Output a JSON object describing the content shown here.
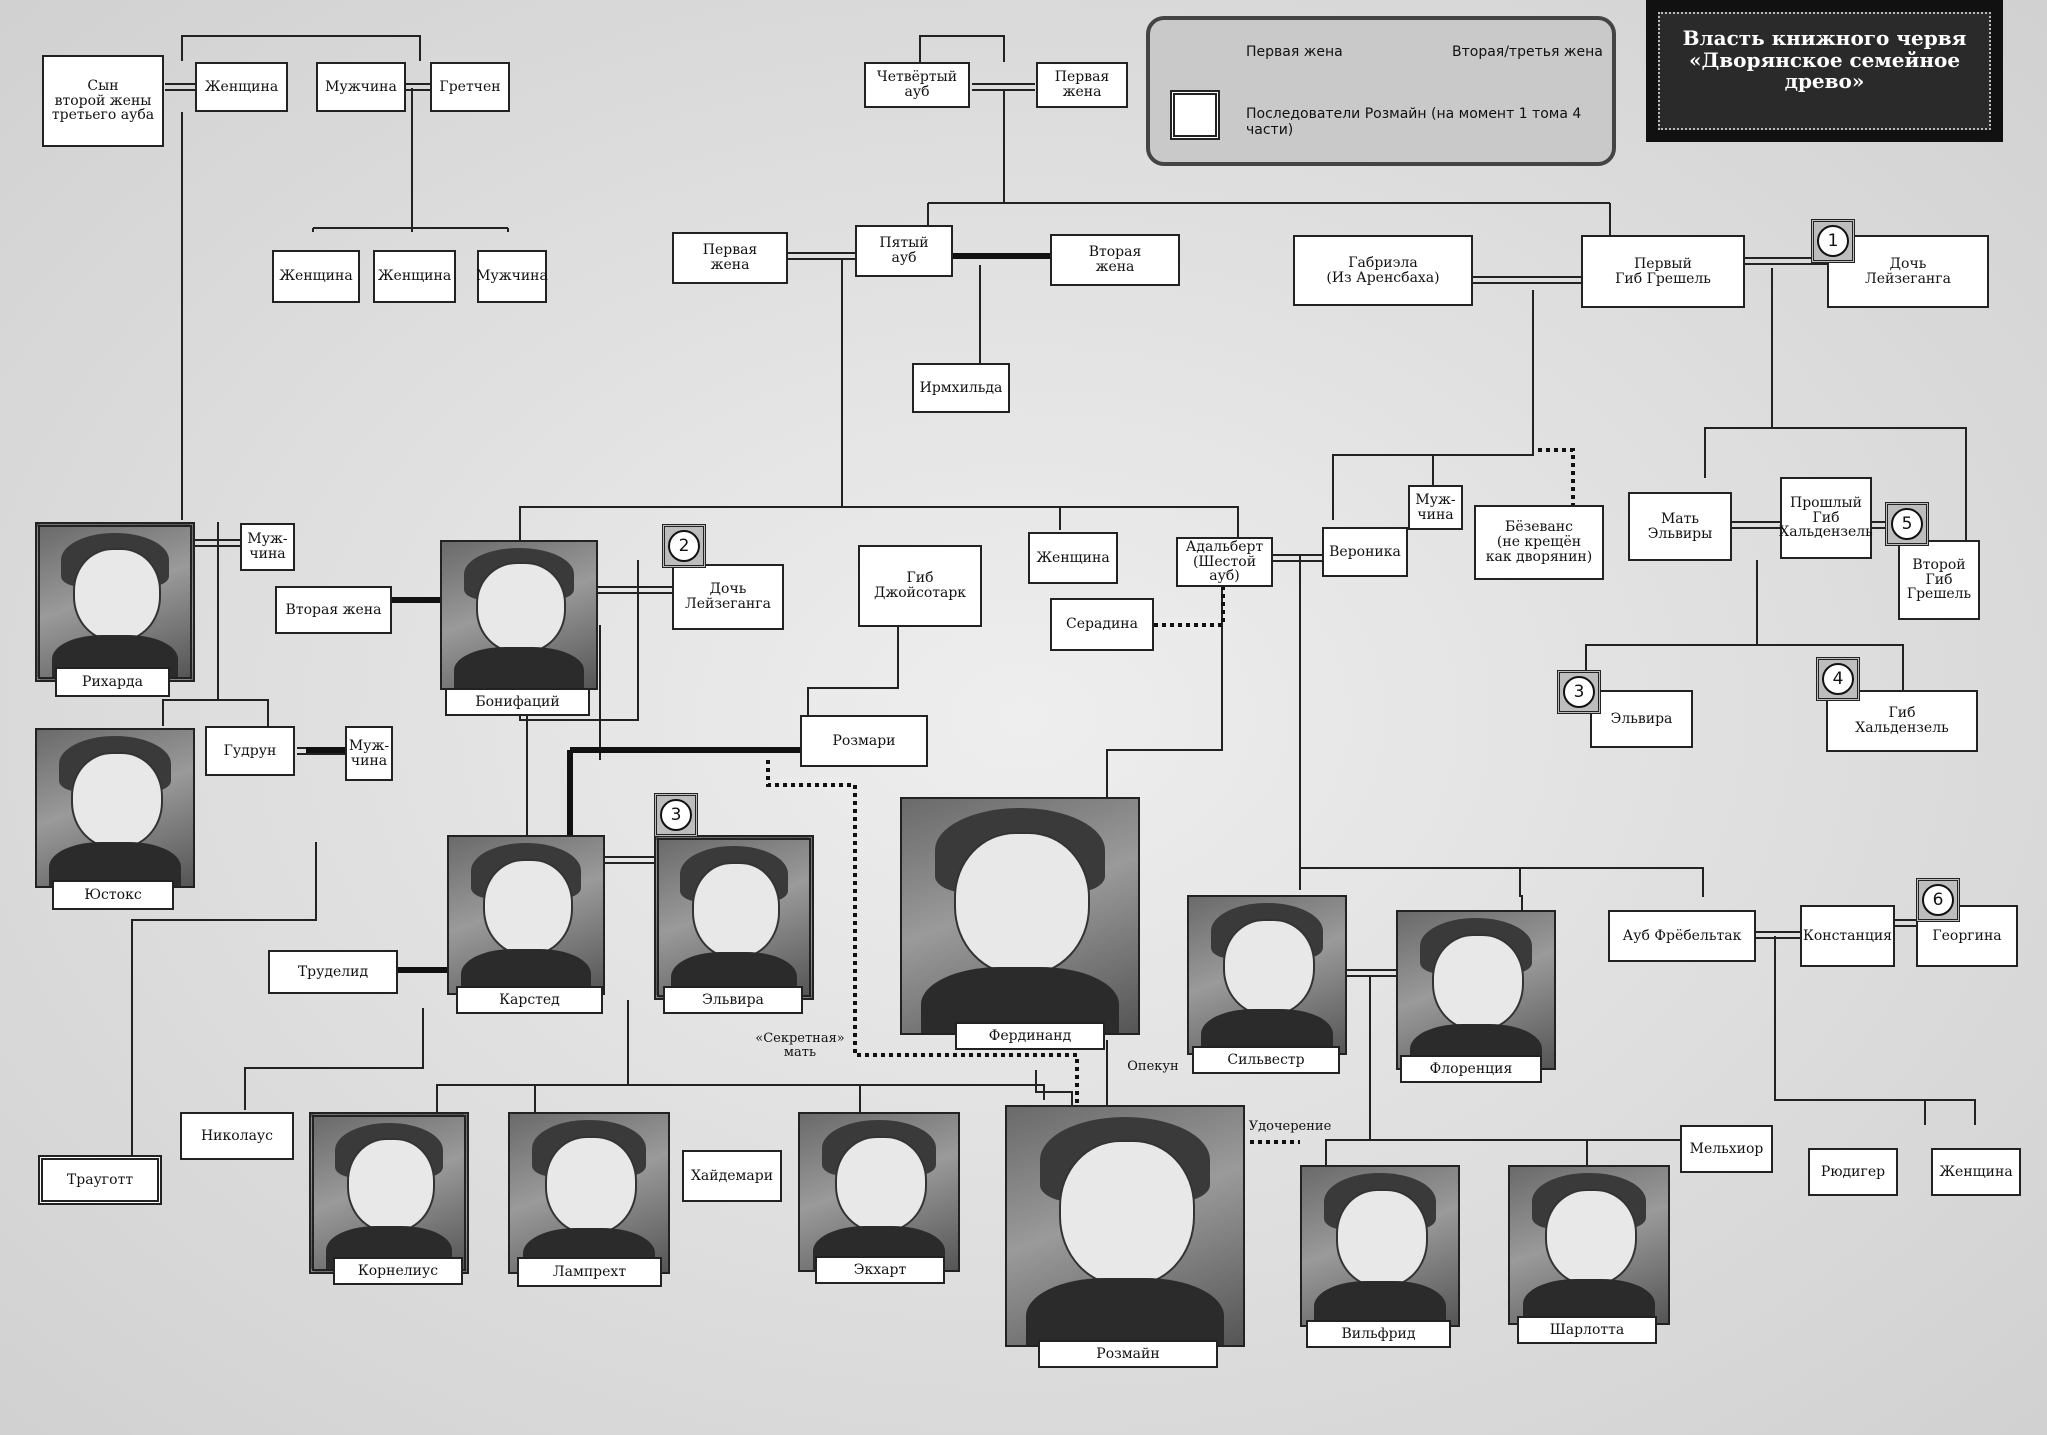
{
  "title": "Власть книжного червя\n«Дворянское семейное\nдрево»",
  "legend": {
    "first_wife": "Первая жена",
    "second_third_wife": "Вторая/третья жена",
    "followers": "Последователи Розмайн (на момент 1 тома 4 части)"
  },
  "people": {
    "son_second_wife": "Сын\nвторой жены\nтретьего ауба",
    "woman_top1": "Женщина",
    "man_top1": "Мужчина",
    "gretchen": "Гретчен",
    "woman_g1": "Женщина",
    "woman_g2": "Женщина",
    "man_g3": "Мужчина",
    "fourth_aub": "Четвёртый\nауб",
    "first_wife_4": "Первая\nжена",
    "first_wife_5": "Первая\nжена",
    "fifth_aub": "Пятый\nауб",
    "second_wife_5": "Вторая\nжена",
    "irmhilde": "Ирмхильда",
    "gabriele": "Габриэла\n(Из Аренсбаха)",
    "first_gib_groschel": "Первый\nГиб Грешель",
    "leisegang_daughter_1": "Дочь\nЛейзеганга",
    "man_rich": "Муж-\nчина",
    "richarda": "Рихарда",
    "second_wife_b": "Вторая жена",
    "bonifatius": "Бонифаций",
    "leisegang_daughter_2": "Дочь\nЛейзеганга",
    "gib_joisontak": "Гиб\nДжойсотарк",
    "woman_mid": "Женщина",
    "adalbert": "Адальберт\n(Шестой ауб)",
    "veronica": "Вероника",
    "man_mid": "Муж-\nчина",
    "bezewanst": "Бёзеванс\n(не крещён\nкак дворянин)",
    "elvira_mother": "Мать\nЭльвиры",
    "past_gib_haldenzel": "Прошлый\nГиб\nХальдензель",
    "second_gib_groschel": "Второй\nГиб\nГрешель",
    "seradina": "Серадина",
    "gudrun": "Гудрун",
    "man_g": "Муж-\nчина",
    "justus": "Юстокс",
    "rozemary": "Розмари",
    "elvira_r": "Эльвира",
    "gib_haldenzel": "Гиб\nХальдензель",
    "karstedt": "Карстед",
    "elvira": "Эльвира",
    "ferdinand": "Фердинанд",
    "trudeliede": "Труделид",
    "sylvester": "Сильвестр",
    "florencia": "Флоренция",
    "aub_frenbeltag": "Ауб Фрёбельтак",
    "constanze": "Констанция",
    "georgine": "Георгина",
    "nikolaus": "Николаус",
    "traugott": "Трауготт",
    "cornelius": "Корнелиус",
    "lamprecht": "Лампрехт",
    "heidemarie": "Хайдемари",
    "eckhart": "Экхарт",
    "rozemyne": "Розмайн",
    "wilfried": "Вильфрид",
    "charlotte": "Шарлотта",
    "melchior": "Мельхиор",
    "rudiger": "Рюдигер",
    "woman_r": "Женщина"
  },
  "notes": {
    "secret_mother": "«Секретная»\nмать",
    "guardian": "Опекун",
    "adoption": "Удочерение"
  },
  "badges": {
    "b1": "1",
    "b2": "2",
    "b3a": "3",
    "b3b": "3",
    "b4": "4",
    "b5": "5",
    "b6": "6"
  },
  "icons": {
    "portrait": "character-portrait-icon",
    "badge": "follower-number-icon"
  },
  "colors": {
    "background": "#e6e6e6",
    "line": "#222222",
    "title_bg": "#2a2a2a",
    "legend_bg": "#c9c9c9"
  }
}
